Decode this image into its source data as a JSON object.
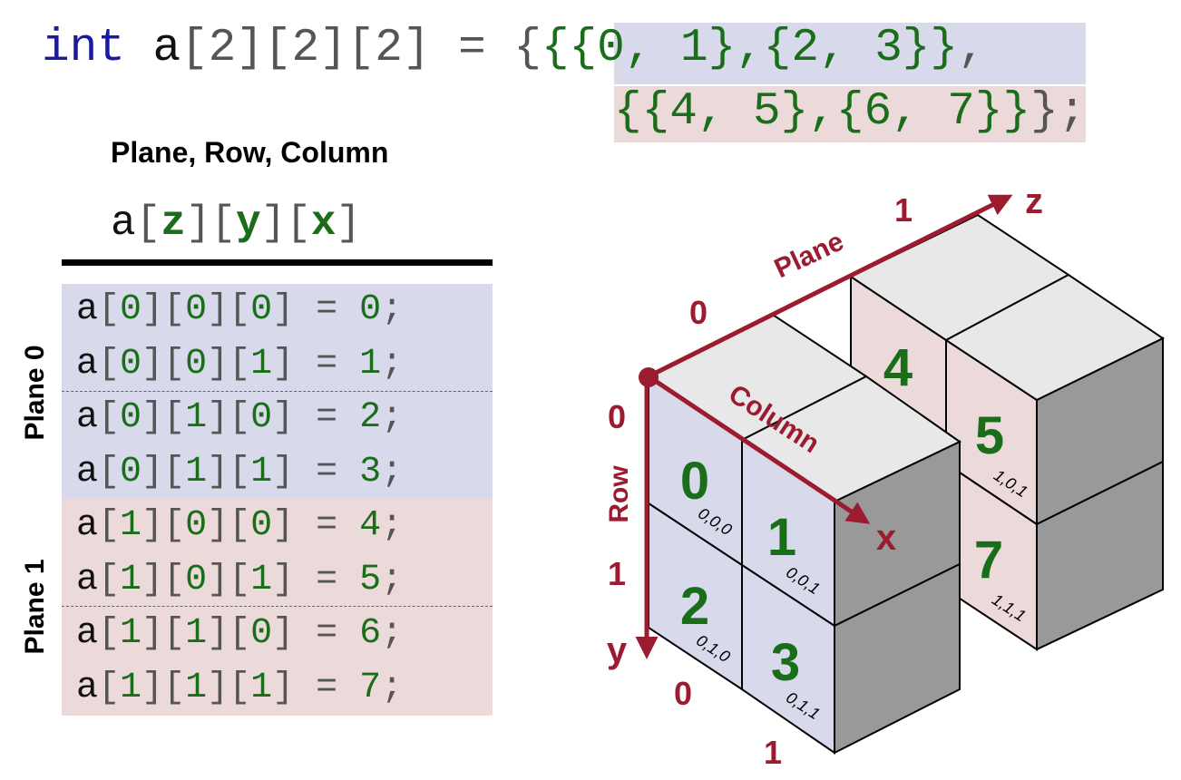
{
  "declaration": {
    "type": "int",
    "name": "a",
    "dims": "[2][2][2]",
    "equals": " = ",
    "open": "{",
    "plane0": "{{0, 1},{2, 3}}",
    "comma": ",",
    "plane1": "{{4, 5},{6, 7}}",
    "close": "};"
  },
  "index_header": {
    "caption": "Plane, Row, Column",
    "var": "a",
    "z": "z",
    "y": "y",
    "x": "x"
  },
  "plane_labels": [
    "Plane 0",
    "Plane 1"
  ],
  "rows": [
    {
      "i": "0",
      "j": "0",
      "k": "0",
      "v": "0"
    },
    {
      "i": "0",
      "j": "0",
      "k": "1",
      "v": "1"
    },
    {
      "i": "0",
      "j": "1",
      "k": "0",
      "v": "2"
    },
    {
      "i": "0",
      "j": "1",
      "k": "1",
      "v": "3"
    },
    {
      "i": "1",
      "j": "0",
      "k": "0",
      "v": "4"
    },
    {
      "i": "1",
      "j": "0",
      "k": "1",
      "v": "5"
    },
    {
      "i": "1",
      "j": "1",
      "k": "0",
      "v": "6"
    },
    {
      "i": "1",
      "j": "1",
      "k": "1",
      "v": "7"
    }
  ],
  "axes": {
    "plane": "Plane",
    "column": "Column",
    "row": "Row",
    "x": "x",
    "y": "y",
    "z": "z",
    "plane_ticks": [
      "0",
      "1"
    ],
    "row_ticks": [
      "0",
      "1"
    ],
    "column_ticks": [
      "0",
      "1"
    ]
  },
  "cells": [
    {
      "value": "0",
      "coord": "0,0,0"
    },
    {
      "value": "1",
      "coord": "0,0,1"
    },
    {
      "value": "2",
      "coord": "0,1,0"
    },
    {
      "value": "3",
      "coord": "0,1,1"
    },
    {
      "value": "4",
      "coord": ""
    },
    {
      "value": "5",
      "coord": "1,0,1"
    },
    {
      "value": "7",
      "coord": "1,1,1"
    }
  ],
  "colors": {
    "keyword": "#1a1a9c",
    "number": "#1a6e1a",
    "plane0_bg": "#d9d9ec",
    "plane1_bg": "#ecd9d9",
    "axis": "#9b1b30",
    "cube_top": "#e8e8e8",
    "cube_side": "#999999"
  }
}
